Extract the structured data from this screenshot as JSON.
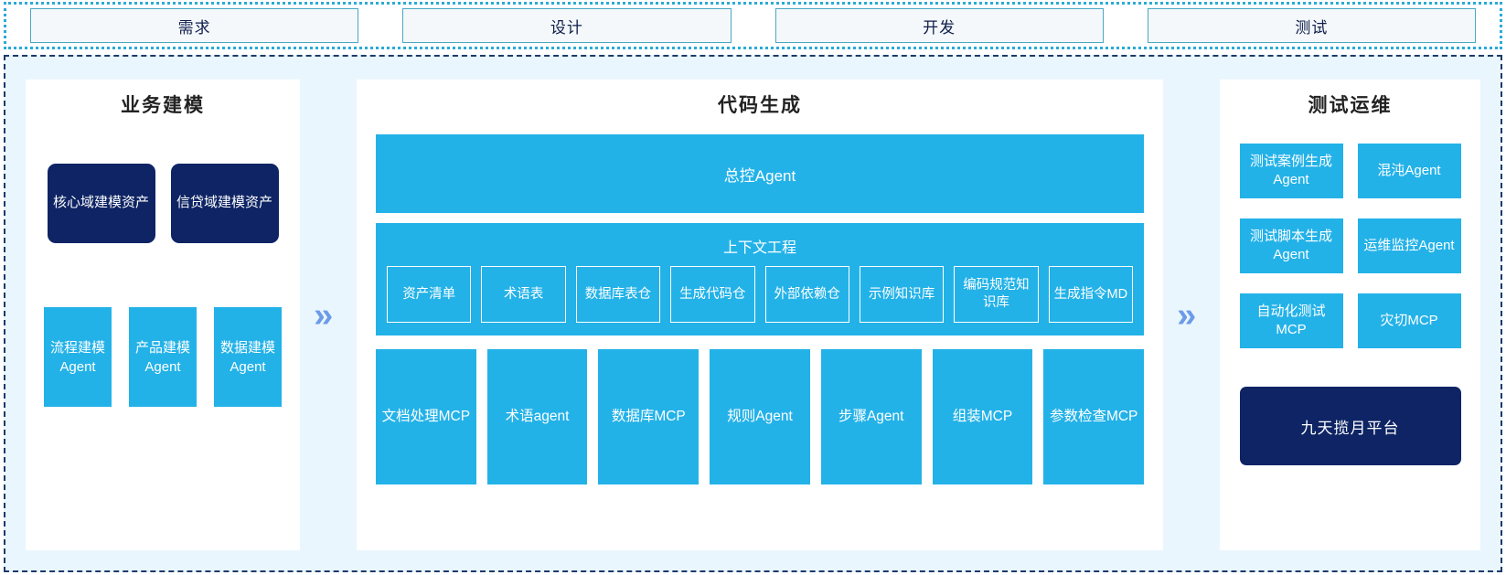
{
  "phases": {
    "items": [
      {
        "label": "需求"
      },
      {
        "label": "设计"
      },
      {
        "label": "开发"
      },
      {
        "label": "测试"
      }
    ]
  },
  "connectors": {
    "chevron": "» "
  },
  "business_modeling": {
    "title": "业务建模",
    "assets": [
      {
        "label": "核心域建模资产"
      },
      {
        "label": "信贷域建模资产"
      }
    ],
    "agents": [
      {
        "label": "流程建模Agent"
      },
      {
        "label": "产品建模Agent"
      },
      {
        "label": "数据建模Agent"
      }
    ]
  },
  "code_generation": {
    "title": "代码生成",
    "master_agent": "总控Agent",
    "context": {
      "title": "上下文工程",
      "items": [
        {
          "label": "资产清单"
        },
        {
          "label": "术语表"
        },
        {
          "label": "数据库表仓"
        },
        {
          "label": "生成代码仓"
        },
        {
          "label": "外部依赖仓"
        },
        {
          "label": "示例知识库"
        },
        {
          "label": "编码规范知识库"
        },
        {
          "label": "生成指令MD"
        }
      ]
    },
    "tools": [
      {
        "label": "文档处理MCP"
      },
      {
        "label": "术语agent"
      },
      {
        "label": "数据库MCP"
      },
      {
        "label": "规则Agent"
      },
      {
        "label": "步骤Agent"
      },
      {
        "label": "组装MCP"
      },
      {
        "label": "参数检查MCP"
      }
    ]
  },
  "test_ops": {
    "title": "测试运维",
    "cards": [
      {
        "label": "测试案例生成Agent"
      },
      {
        "label": "混沌Agent"
      },
      {
        "label": "测试脚本生成Agent"
      },
      {
        "label": "运维监控Agent"
      },
      {
        "label": "自动化测试MCP"
      },
      {
        "label": "灾切MCP"
      }
    ],
    "platform": "九天揽月平台"
  },
  "colors": {
    "accent_blue": "#23B2E8",
    "navy": "#0E2464",
    "region_bg": "#EAF6FD",
    "chevron": "#6C9BE8",
    "phase_border": "#4AA8C4",
    "dotted_border": "#29ABD6",
    "dashed_border": "#1B3A6B"
  }
}
